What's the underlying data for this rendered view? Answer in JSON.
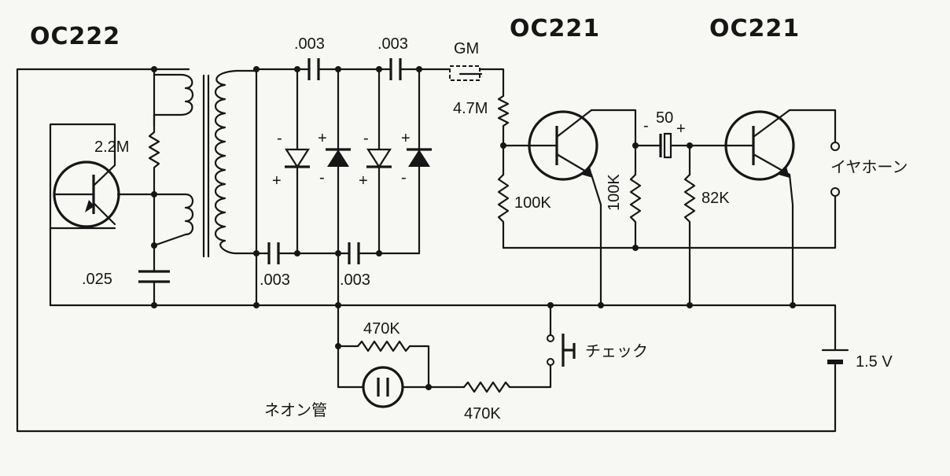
{
  "transistors": {
    "osc": "OC222",
    "amp1": "OC221",
    "amp2": "OC221"
  },
  "components": {
    "r_base_osc": "2.2M",
    "c_osc": ".025",
    "c_top1": ".003",
    "c_top2": ".003",
    "c_bot1": ".003",
    "c_bot2": ".003",
    "gm_tube": "GM",
    "r_gm": "4.7M",
    "r_base_amp1": "100K",
    "r_coll_amp1": "100K",
    "c_couple": "50",
    "c_couple_minus": "-",
    "c_couple_plus": "+",
    "r_base_amp2": "82K",
    "r_neon_top": "470K",
    "r_neon_bottom": "470K",
    "neon": "ネオン管",
    "check": "チェック",
    "earphone": "イヤホーン",
    "battery": "1.5 V"
  },
  "diode_marks": {
    "d1_top": "-",
    "d1_bottom": "+",
    "d2_top": "+",
    "d2_bottom": "-",
    "d3_top": "-",
    "d3_bottom": "+",
    "d4_top": "+",
    "d4_bottom": "-"
  }
}
